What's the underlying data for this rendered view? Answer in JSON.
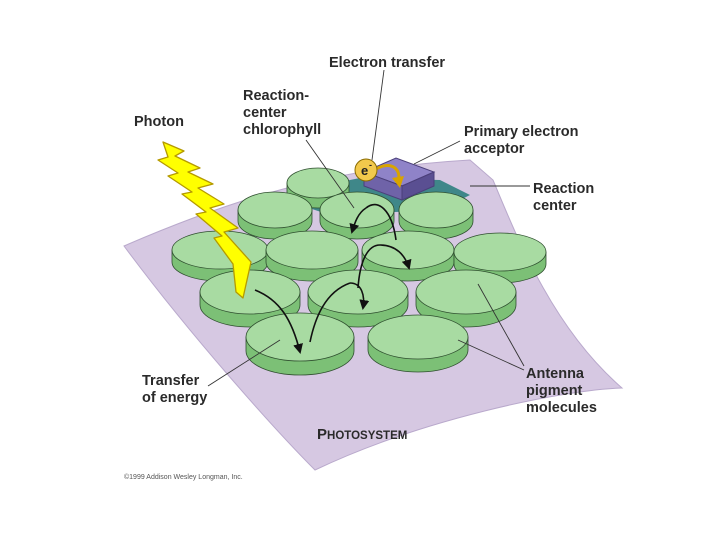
{
  "labels": {
    "electron_transfer": "Electron transfer",
    "reaction_center_chlorophyll": [
      "Reaction-",
      "center",
      "chlorophyll"
    ],
    "photon": "Photon",
    "primary_electron_acceptor": [
      "Primary electron",
      "acceptor"
    ],
    "reaction_center": [
      "Reaction",
      "center"
    ],
    "transfer_of_energy": [
      "Transfer",
      "of energy"
    ],
    "antenna_pigment_molecules": [
      "Antenna",
      "pigment",
      "molecules"
    ],
    "photosystem_initial": "P",
    "photosystem_rest": "HOTOSYSTEM",
    "electron_symbol": "e",
    "electron_superscript": "-",
    "copyright": "©1999 Addison Wesley Longman, Inc."
  },
  "colors": {
    "membrane": "#d6c8e2",
    "disc_top": "#a8dba2",
    "disc_side": "#7cc076",
    "disc_edge": "#2f4f2f",
    "reaction_center_base": "#2f7f80",
    "acceptor": "#8f83c8",
    "photon_bolt": "#ffff00",
    "electron": "#f2c94c"
  }
}
